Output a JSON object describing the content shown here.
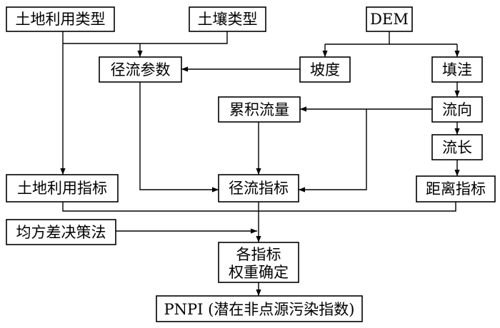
{
  "nodes": {
    "land_use_type": "土地利用类型",
    "soil_type": "土壤类型",
    "dem": "DEM",
    "runoff_params": "径流参数",
    "slope": "坡度",
    "fill": "填洼",
    "flow_accumulation": "累积流量",
    "flow_direction": "流向",
    "flow_length": "流长",
    "land_use_index": "土地利用指标",
    "runoff_index": "径流指标",
    "distance_index": "距离指标",
    "mean_square_diff": "均方差决策法",
    "weights_line1": "各指标",
    "weights_line2": "权重确定",
    "pnpi": "PNPI (潜在非点源污染指数)"
  },
  "colors": {
    "stroke": "#000000",
    "background": "#ffffff"
  }
}
